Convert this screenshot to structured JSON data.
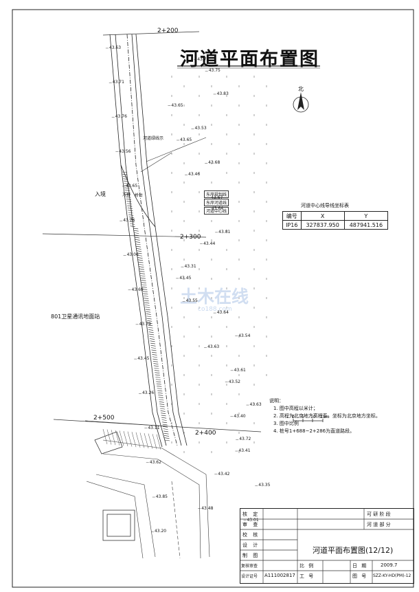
{
  "title": "河道平面布置图",
  "stations": [
    "2+200",
    "2+300",
    "2+400",
    "2+500"
  ],
  "labels": {
    "intake_left": "入境",
    "intake_right": "方桥",
    "satellite_station": "801卫星通讯地面站",
    "creek_line": "河道绿线示",
    "bank_mark": "桥台"
  },
  "legend": [
    "东岸规划线",
    "东岸河道线",
    "河道中心线"
  ],
  "north": "北",
  "coord_table": {
    "caption": "河道中心线导线坐标表",
    "headers": [
      "编号",
      "X",
      "Y"
    ],
    "rows": [
      [
        "IP16",
        "327837.950",
        "487941.516"
      ]
    ]
  },
  "notes": {
    "heading": "说明：",
    "items": [
      "1. 图中高程以米计；",
      "2. 高程为北京地方高程系，坐标为北京地方坐标。",
      "3. 图中比例",
      "4. 桩号1+688~2+286为直道路段。"
    ],
    "scale_ticks": [
      "0",
      "5",
      "10",
      "15m"
    ]
  },
  "title_block": {
    "rows": [
      "核  定",
      "审  查",
      "校  核",
      "设  计",
      "制  图",
      "复核审查",
      "设计证号"
    ],
    "stage_label": "可 研 阶 段",
    "dept_label": "河 道 部 分",
    "drawing_title": "河道平面布置图(12/12)",
    "cert_no": "A111002817",
    "scale_label": "比  例",
    "date_label": "日  期",
    "date_value": "2009.7",
    "job_label": "工  号",
    "fig_label": "图  号",
    "fig_value": "SZZ-KY-HD(PM)-12"
  },
  "watermark": {
    "main": "土木在线",
    "sub": "co188.com"
  },
  "elevations": [
    "43.63",
    "43.73",
    "43.75",
    "43.71",
    "43.83",
    "43.65",
    "43.76",
    "43.53",
    "43.65",
    "43.56",
    "43.68",
    "43.46",
    "43.65",
    "43.67",
    "43.64",
    "43.76",
    "43.81",
    "43.44",
    "43.06",
    "43.31",
    "43.45",
    "43.69",
    "43.55",
    "43.64",
    "43.79",
    "43.54",
    "43.63",
    "43.45",
    "43.61",
    "43.52",
    "43.26",
    "43.63",
    "43.40",
    "43.11",
    "43.72",
    "43.41",
    "43.62",
    "43.42",
    "43.35",
    "43.85",
    "43.48",
    "43.01",
    "43.20"
  ]
}
